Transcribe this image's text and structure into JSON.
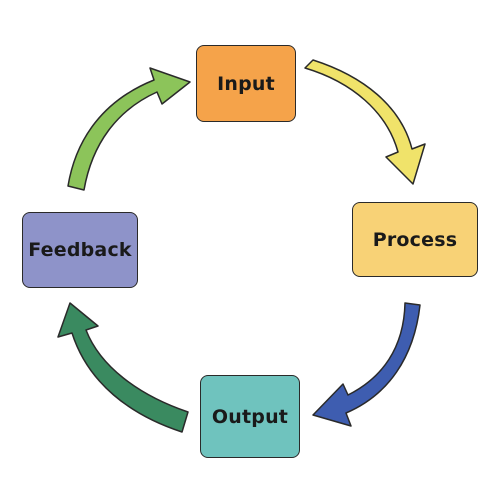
{
  "diagram": {
    "type": "cycle",
    "nodes": [
      {
        "id": "input",
        "label": "Input",
        "color": "#F5A34A"
      },
      {
        "id": "process",
        "label": "Process",
        "color": "#F8D276"
      },
      {
        "id": "output",
        "label": "Output",
        "color": "#6FC3BE"
      },
      {
        "id": "feedback",
        "label": "Feedback",
        "color": "#8E93C9"
      }
    ],
    "edges": [
      {
        "from": "input",
        "to": "process",
        "color": "#F0E36A"
      },
      {
        "from": "process",
        "to": "output",
        "color": "#3E5DB0"
      },
      {
        "from": "output",
        "to": "feedback",
        "color": "#3A8A60"
      },
      {
        "from": "feedback",
        "to": "input",
        "color": "#8CC45A"
      }
    ]
  }
}
